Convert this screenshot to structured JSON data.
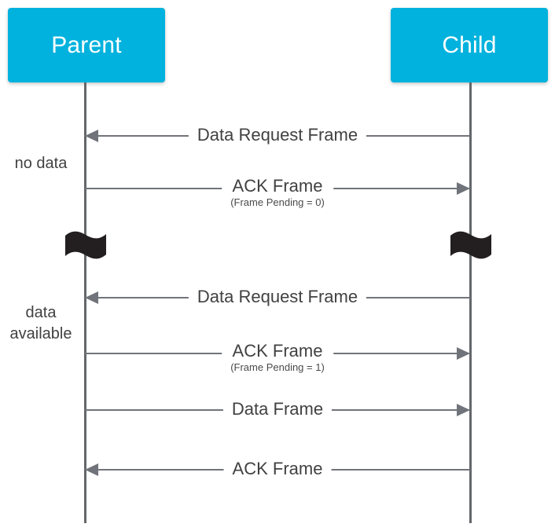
{
  "diagram": {
    "type": "sequence-diagram",
    "background_color": "#ffffff",
    "actor_color": "#00b2dd",
    "line_color": "#70747a",
    "text_color": "#414141",
    "break_symbol_color": "#231f20"
  },
  "actors": [
    {
      "id": "parent",
      "label": "Parent"
    },
    {
      "id": "child",
      "label": "Child"
    }
  ],
  "side_notes": [
    {
      "id": "no-data",
      "text": "no data"
    },
    {
      "id": "data-available",
      "text": "data\navailable"
    }
  ],
  "breaks": [
    {
      "id": "break-parent",
      "on": "parent",
      "symbol": "time-break"
    },
    {
      "id": "break-child",
      "on": "child",
      "symbol": "time-break"
    }
  ],
  "messages": [
    {
      "id": "msg-1",
      "title": "Data Request Frame",
      "sub": "",
      "from": "Child",
      "to": "Parent",
      "direction": "left"
    },
    {
      "id": "msg-2",
      "title": "ACK Frame",
      "sub": "(Frame Pending = 0)",
      "from": "Parent",
      "to": "Child",
      "direction": "right"
    },
    {
      "id": "msg-3",
      "title": "Data Request Frame",
      "sub": "",
      "from": "Child",
      "to": "Parent",
      "direction": "left"
    },
    {
      "id": "msg-4",
      "title": "ACK Frame",
      "sub": "(Frame Pending = 1)",
      "from": "Parent",
      "to": "Child",
      "direction": "right"
    },
    {
      "id": "msg-5",
      "title": "Data Frame",
      "sub": "",
      "from": "Parent",
      "to": "Child",
      "direction": "right"
    },
    {
      "id": "msg-6",
      "title": "ACK Frame",
      "sub": "",
      "from": "Child",
      "to": "Parent",
      "direction": "left"
    }
  ]
}
